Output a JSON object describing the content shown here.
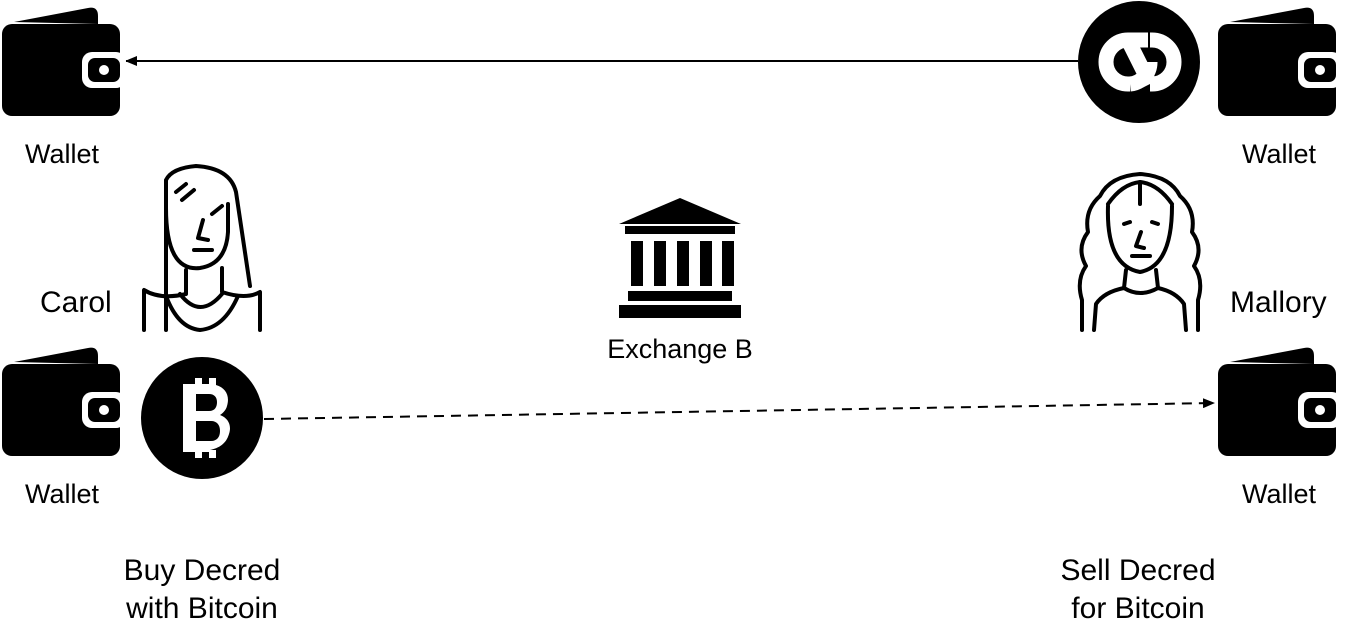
{
  "wallet_label": "Wallet",
  "carol": {
    "name": "Carol",
    "action": [
      "Buy Decred",
      "with Bitcoin"
    ]
  },
  "mallory": {
    "name": "Mallory",
    "action": [
      "Sell Decred",
      "for Bitcoin"
    ]
  },
  "exchange": {
    "name": "Exchange B"
  },
  "icons": {
    "wallet": "wallet-icon",
    "bitcoin": "bitcoin-icon",
    "decred": "decred-icon",
    "bank": "bank-icon",
    "person_carol": "woman-straight-hair-icon",
    "person_mallory": "woman-curly-hair-icon"
  },
  "colors": {
    "ink": "#000000",
    "paper": "#ffffff"
  }
}
